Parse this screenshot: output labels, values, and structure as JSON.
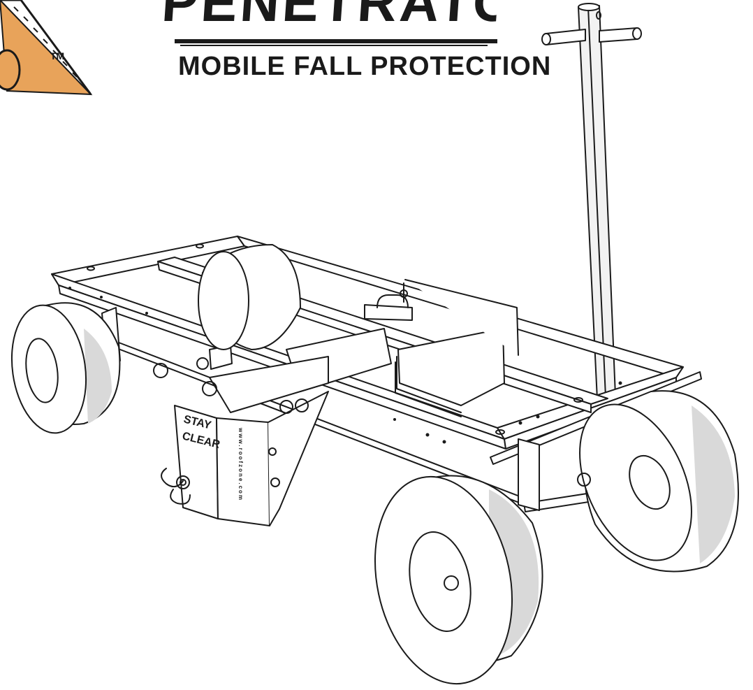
{
  "brand": {
    "title": "PENETRATOR",
    "subtitle": "MOBILE FALL PROTECTION",
    "trademark": "TM"
  },
  "signage": {
    "warning_line1": "STAY",
    "warning_line2": "CLEAR",
    "website": "www.roofzone.com"
  },
  "colors": {
    "logo_orange": "#e8a35a",
    "ink": "#1a1a1a",
    "wheel_shade": "#d9d9d9"
  }
}
